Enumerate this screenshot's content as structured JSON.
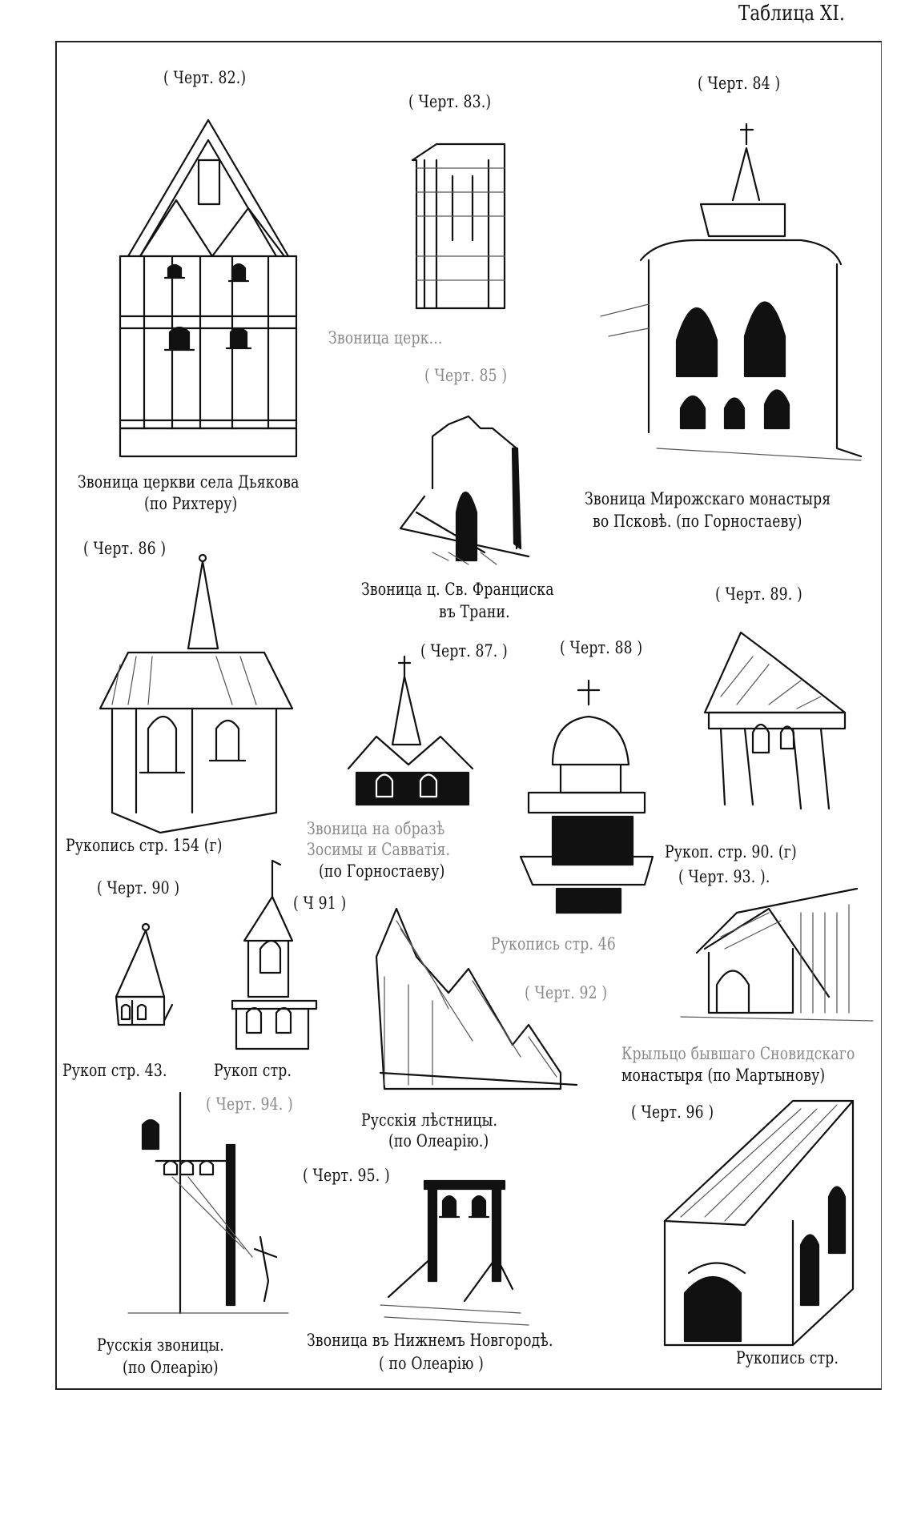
{
  "page": {
    "plate_title": "Таблица XI."
  },
  "figures": [
    {
      "label": "( Черт. 82.)",
      "caption": [
        "Звоница церкви села Дьякова",
        "(по Рихтеру)"
      ]
    },
    {
      "label": "( Черт. 83.)",
      "caption": [
        "Звоница церк..."
      ]
    },
    {
      "label": "( Черт. 84 )",
      "caption": [
        "Звоница Мирожскаго монастыря",
        "во Псковѣ. (по Горностаеву)"
      ]
    },
    {
      "label": "( Черт. 85 )",
      "caption": [
        "Звоница ц. Св. Франциска",
        "въ Трани."
      ]
    },
    {
      "label": "( Черт. 86 )",
      "caption": [
        "Рукопись стр. 154 (г)"
      ]
    },
    {
      "label": "( Черт. 87. )",
      "caption": [
        "Звоница на образѣ",
        "Зосимы и Савватія.",
        "(по Горностаеву)"
      ]
    },
    {
      "label": "( Черт. 88 )",
      "caption": []
    },
    {
      "label": "( Черт. 89. )",
      "caption": [
        "Рукоп. стр. 90. (г)"
      ]
    },
    {
      "label": "( Черт. 90 )",
      "caption": [
        "Рукоп стр. 43."
      ]
    },
    {
      "label": "( Ч 91 )",
      "caption": [
        "Рукоп стр."
      ]
    },
    {
      "label": "( Черт. 92 )",
      "caption": [
        "Рукопись стр. 46",
        "Русскія лѣстницы.",
        "(по Олеарію.)"
      ]
    },
    {
      "label": "( Черт. 93. ).",
      "caption": [
        "Крыльцо бывшаго Сновидскаго",
        "монастыря (по Мартынову)"
      ]
    },
    {
      "label": "( Черт. 94. )",
      "caption": [
        "Русскія звоницы.",
        "(по Олеарію)"
      ]
    },
    {
      "label": "( Черт. 95. )",
      "caption": [
        "Звоница въ Нижнемъ Новгородѣ.",
        "( по Олеарію )"
      ]
    },
    {
      "label": "( Черт. 96 )",
      "caption": [
        "Рукопись стр."
      ]
    }
  ]
}
